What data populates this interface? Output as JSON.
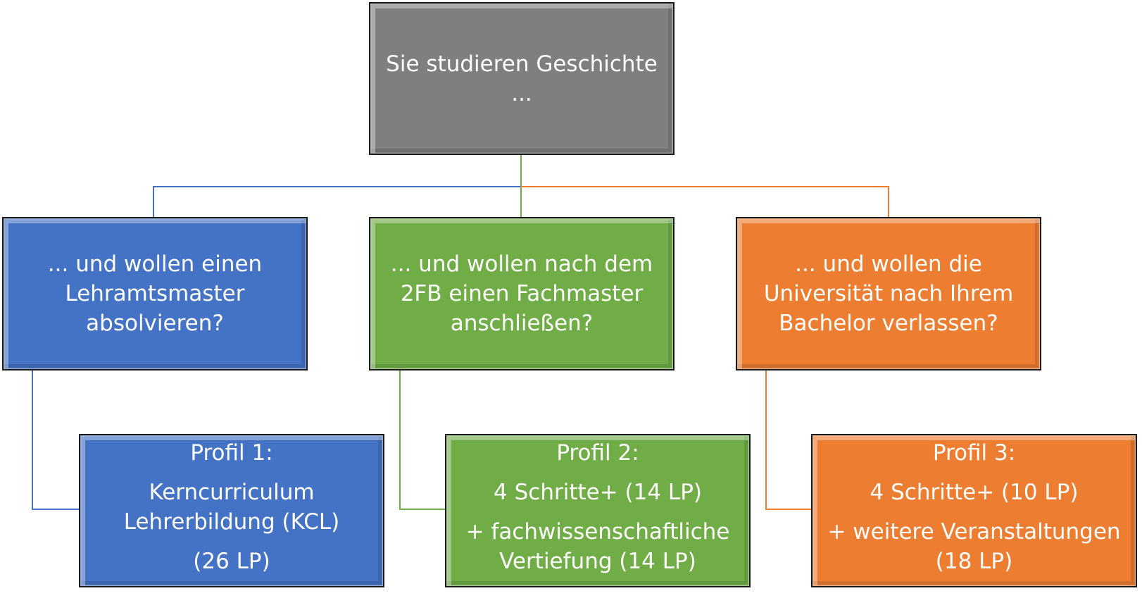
{
  "root": {
    "line1": "Sie studieren Geschichte",
    "line2": "..."
  },
  "branches": [
    {
      "lines": [
        "... und wollen einen",
        "Lehramtsmaster",
        "absolvieren?"
      ],
      "color": "#4472c4"
    },
    {
      "lines": [
        "... und wollen nach dem",
        "2FB einen Fachmaster",
        "anschließen?"
      ],
      "color": "#70ad47"
    },
    {
      "lines": [
        "... und wollen die",
        "Universität nach Ihrem",
        "Bachelor verlassen?"
      ],
      "color": "#ed7d31"
    }
  ],
  "profiles": [
    {
      "title": "Profil 1:",
      "body1": "Kerncurriculum",
      "body2": "Lehrerbildung (KCL)",
      "body3": "(26 LP)"
    },
    {
      "title": "Profil 2:",
      "body1": "4 Schritte+ (14 LP)",
      "body2": "+ fachwissenschaftliche",
      "body3": "Vertiefung (14 LP)"
    },
    {
      "title": "Profil 3:",
      "body1": "4 Schritte+ (10 LP)",
      "body2": "+ weitere Veranstaltungen",
      "body3": "(18 LP)"
    }
  ],
  "root_color": "#7f7f7f"
}
